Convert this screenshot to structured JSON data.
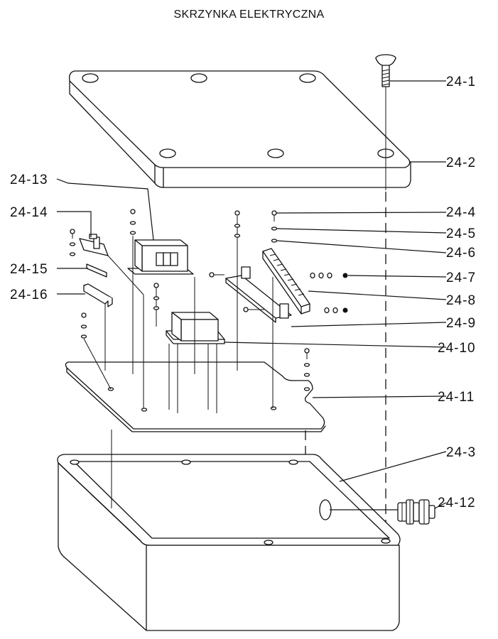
{
  "title": "SKRZYNKA ELEKTRYCZNA",
  "part_labels": [
    "24-1",
    "24-2",
    "24-3",
    "24-4",
    "24-5",
    "24-6",
    "24-7",
    "24-8",
    "24-9",
    "24-10",
    "24-11",
    "24-12",
    "24-13",
    "24-14",
    "24-15",
    "24-16"
  ]
}
